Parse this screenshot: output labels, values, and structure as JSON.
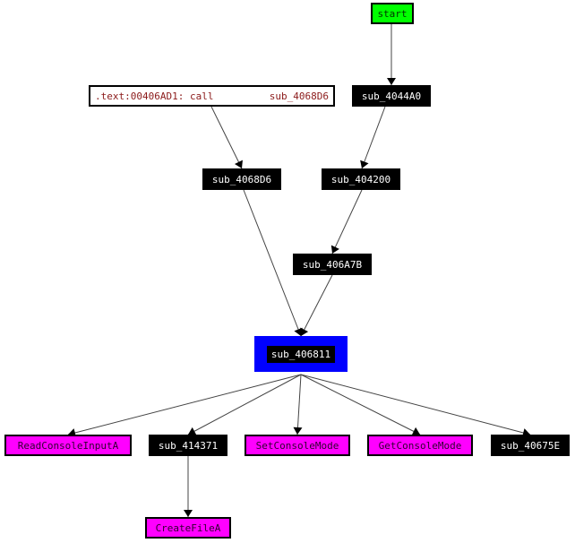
{
  "graph": {
    "nodes": {
      "start": {
        "label": "start",
        "kind": "entry"
      },
      "ref": {
        "label_left": ".text:00406AD1: call",
        "label_right": "sub_4068D6",
        "kind": "xref"
      },
      "sub_4044A0": {
        "label": "sub_4044A0",
        "kind": "function"
      },
      "sub_4068D6": {
        "label": "sub_4068D6",
        "kind": "function"
      },
      "sub_404200": {
        "label": "sub_404200",
        "kind": "function"
      },
      "sub_406A7B": {
        "label": "sub_406A7B",
        "kind": "function"
      },
      "sub_406811": {
        "label": "sub_406811",
        "kind": "current-function"
      },
      "ReadConsoleInputA": {
        "label": "ReadConsoleInputA",
        "kind": "import"
      },
      "sub_414371": {
        "label": "sub_414371",
        "kind": "function"
      },
      "SetConsoleMode": {
        "label": "SetConsoleMode",
        "kind": "import"
      },
      "GetConsoleMode": {
        "label": "GetConsoleMode",
        "kind": "import"
      },
      "sub_40675E": {
        "label": "sub_40675E",
        "kind": "function"
      },
      "CreateFileA": {
        "label": "CreateFileA",
        "kind": "import"
      }
    },
    "edges": [
      [
        "start",
        "sub_4044A0"
      ],
      [
        "sub_4044A0",
        "sub_404200"
      ],
      [
        "ref",
        "sub_4068D6"
      ],
      [
        "sub_404200",
        "sub_406A7B"
      ],
      [
        "sub_4068D6",
        "sub_406811"
      ],
      [
        "sub_406A7B",
        "sub_406811"
      ],
      [
        "sub_406811",
        "ReadConsoleInputA"
      ],
      [
        "sub_406811",
        "sub_414371"
      ],
      [
        "sub_406811",
        "SetConsoleMode"
      ],
      [
        "sub_406811",
        "GetConsoleMode"
      ],
      [
        "sub_406811",
        "sub_40675E"
      ],
      [
        "sub_414371",
        "CreateFileA"
      ]
    ],
    "colors": {
      "entry": "#00ff00",
      "import": "#ff00ff",
      "function": "#000000",
      "current": "#0000ff",
      "xref_text": "#8b1a1a"
    }
  }
}
